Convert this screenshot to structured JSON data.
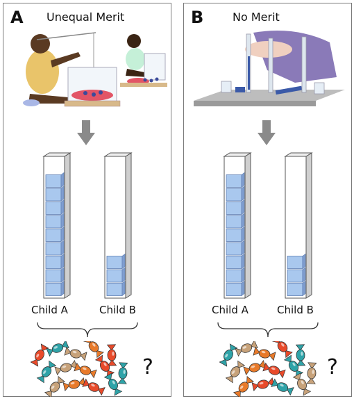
{
  "panels": [
    {
      "letter": "A",
      "title": "Unequal Merit",
      "child_a_label": "Child A",
      "child_b_label": "Child B",
      "child_a_blocks": 9,
      "child_b_blocks": 3,
      "question": "?"
    },
    {
      "letter": "B",
      "title": "No Merit",
      "child_a_label": "Child A",
      "child_b_label": "Child B",
      "child_a_blocks": 9,
      "child_b_blocks": 3,
      "question": "?"
    }
  ],
  "colors": {
    "block_fill": "#a9c8ee",
    "block_side": "#7f9ed0",
    "tube_outline": "#555555",
    "arrow": "#8a8a8a",
    "frame": "#7a7a7a"
  },
  "icons": [
    "fishing-child-illustration",
    "adults-filling-tubes-illustration",
    "down-arrow-icon",
    "candy-pile-icon"
  ]
}
